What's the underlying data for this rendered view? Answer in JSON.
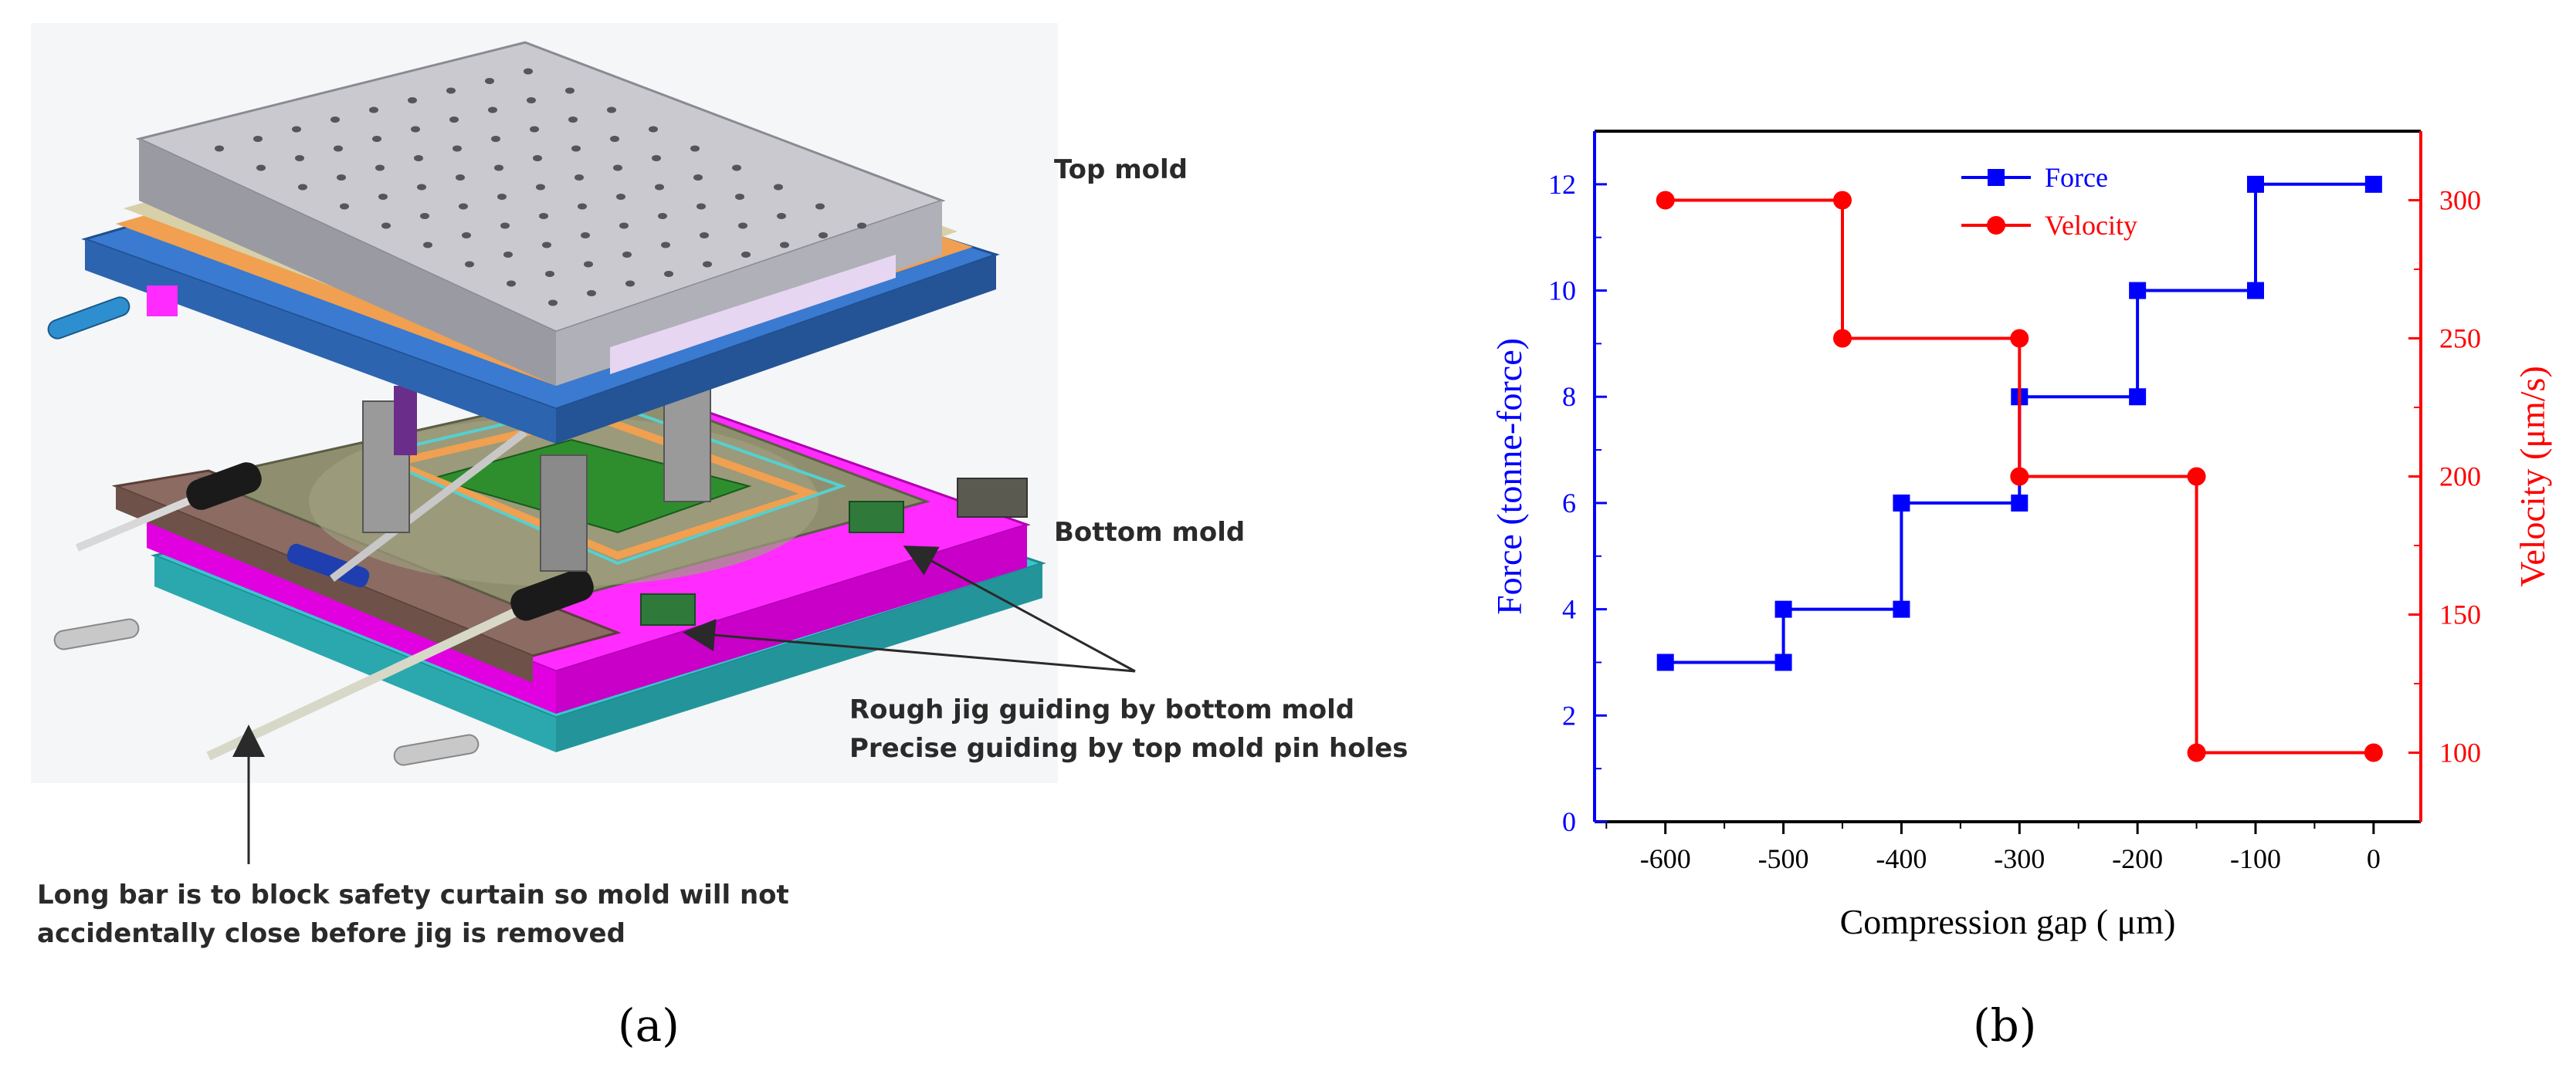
{
  "figure_a": {
    "callouts": {
      "top_mold": "Top mold",
      "bottom_mold": "Bottom mold",
      "jig_line1": "Rough jig guiding by bottom mold",
      "jig_line2": "Precise guiding by top mold pin holes",
      "bar_line1": "Long bar is to block safety curtain so mold will not",
      "bar_line2": "accidentally close before jig is removed"
    },
    "label": "(a)"
  },
  "figure_b": {
    "label": "(b)"
  },
  "colors": {
    "force": "#0000ff",
    "velocity": "#ff0000",
    "plate_gray": "#c9c9cf",
    "magenta": "#ff00ff",
    "cyan": "#33c6cc",
    "brown": "#8a6a60",
    "olive": "#8e8e6e",
    "green": "#2e8b2e",
    "orange": "#f0a050",
    "blue_frame": "#2f6fbf"
  },
  "chart_data": {
    "type": "line",
    "step": true,
    "xlabel": "Compression gap ( μm)",
    "ylabel_left": "Force (tonne-force)",
    "ylabel_right": "Velocity (μm/s)",
    "xlim": [
      -660,
      40
    ],
    "xticks": [
      -600,
      -500,
      -400,
      -300,
      -200,
      -100,
      0
    ],
    "ylim_left": [
      0,
      13
    ],
    "yticks_left": [
      0,
      2,
      4,
      6,
      8,
      10,
      12
    ],
    "ylim_right": [
      75,
      325
    ],
    "yticks_right": [
      100,
      150,
      200,
      250,
      300
    ],
    "legend": "top-center",
    "series": [
      {
        "name": "Force",
        "axis": "left",
        "marker": "square",
        "color": "#0000ff",
        "points": [
          [
            -600,
            3
          ],
          [
            -500,
            3
          ],
          [
            -500,
            4
          ],
          [
            -400,
            4
          ],
          [
            -400,
            6
          ],
          [
            -300,
            6
          ],
          [
            -300,
            8
          ],
          [
            -200,
            8
          ],
          [
            -200,
            10
          ],
          [
            -100,
            10
          ],
          [
            -100,
            12
          ],
          [
            0,
            12
          ]
        ]
      },
      {
        "name": "Velocity",
        "axis": "right",
        "marker": "circle",
        "color": "#ff0000",
        "points": [
          [
            -600,
            300
          ],
          [
            -450,
            300
          ],
          [
            -450,
            250
          ],
          [
            -300,
            250
          ],
          [
            -300,
            200
          ],
          [
            -150,
            200
          ],
          [
            -150,
            100
          ],
          [
            0,
            100
          ]
        ]
      }
    ]
  }
}
